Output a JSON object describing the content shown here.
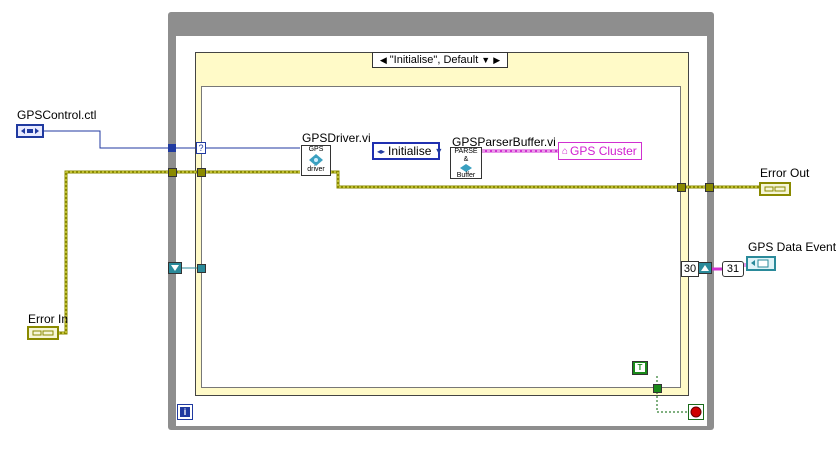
{
  "diagram": {
    "case_selector": "\"Initialise\", Default",
    "labels": {
      "gps_control": "GPSControl.ctl",
      "error_in": "Error In",
      "gps_driver": "GPSDriver.vi",
      "gps_parser": "GPSParserBuffer.vi",
      "error_out": "Error Out",
      "gps_data_event": "GPS Data Event"
    },
    "enum_value": "Initialise",
    "indicator_gps_cluster": "GPS Cluster",
    "driver_icon_text": [
      "GPS",
      "driver"
    ],
    "parser_icon_text": [
      "PARSE",
      "&",
      "Buffer"
    ],
    "shift_register_left": "30",
    "shift_register_right": "31",
    "loop_condition_constant": "T",
    "loop_info_icon": "i",
    "colors": {
      "loop_frame": "#8e8e8e",
      "case_frame": "#fffac8",
      "control_wire": "#203aa0",
      "error_wire": "#8a8a00",
      "cluster_wire": "#d030d0",
      "event_wire": "#2a8a9a",
      "boolean_wire": "#006000"
    }
  }
}
